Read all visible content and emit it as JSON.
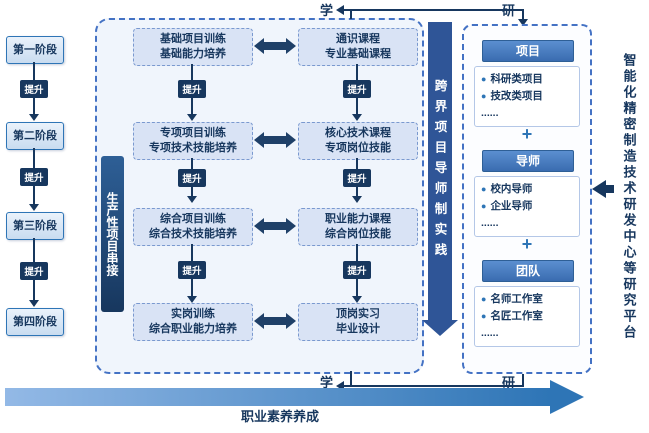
{
  "improve_label": "提升",
  "stages": {
    "items": [
      {
        "label": "第一阶段"
      },
      {
        "label": "第二阶段"
      },
      {
        "label": "第三阶段"
      },
      {
        "label": "第四阶段"
      }
    ]
  },
  "pipeline": {
    "sidebar_label": "生产性项目串接",
    "training": [
      {
        "line1": "基础项目训练",
        "line2": "基础能力培养"
      },
      {
        "line1": "专项项目训练",
        "line2": "专项技术技能培养"
      },
      {
        "line1": "综合项目训练",
        "line2": "综合技术技能培养"
      },
      {
        "line1": "实岗训练",
        "line2": "综合职业能力培养"
      }
    ],
    "courses": [
      {
        "line1": "通识课程",
        "line2": "专业基础课程"
      },
      {
        "line1": "核心技术课程",
        "line2": "专项岗位技能"
      },
      {
        "line1": "职业能力课程",
        "line2": "综合岗位技能"
      },
      {
        "line1": "顶岗实习",
        "line2": "毕业设计"
      }
    ]
  },
  "cross_practice": {
    "label": "跨界项目导师制实践"
  },
  "connectors": {
    "learn": "学",
    "research": "研"
  },
  "research_panel": {
    "plus": "+",
    "groups": [
      {
        "header": "项目",
        "items": [
          "科研类项目",
          "技改类项目",
          "......"
        ]
      },
      {
        "header": "导师",
        "items": [
          "校内导师",
          "企业导师",
          "......"
        ]
      },
      {
        "header": "团队",
        "items": [
          "名师工作室",
          "名匠工作室",
          "......"
        ]
      }
    ]
  },
  "platform": {
    "label": "智能化精密制造技术研发中心等研究平台"
  },
  "bottom_banner": {
    "label": "职业素养养成"
  },
  "colors": {
    "navy": "#17375e",
    "blue": "#2e75b6",
    "mid_blue": "#4472c4"
  }
}
